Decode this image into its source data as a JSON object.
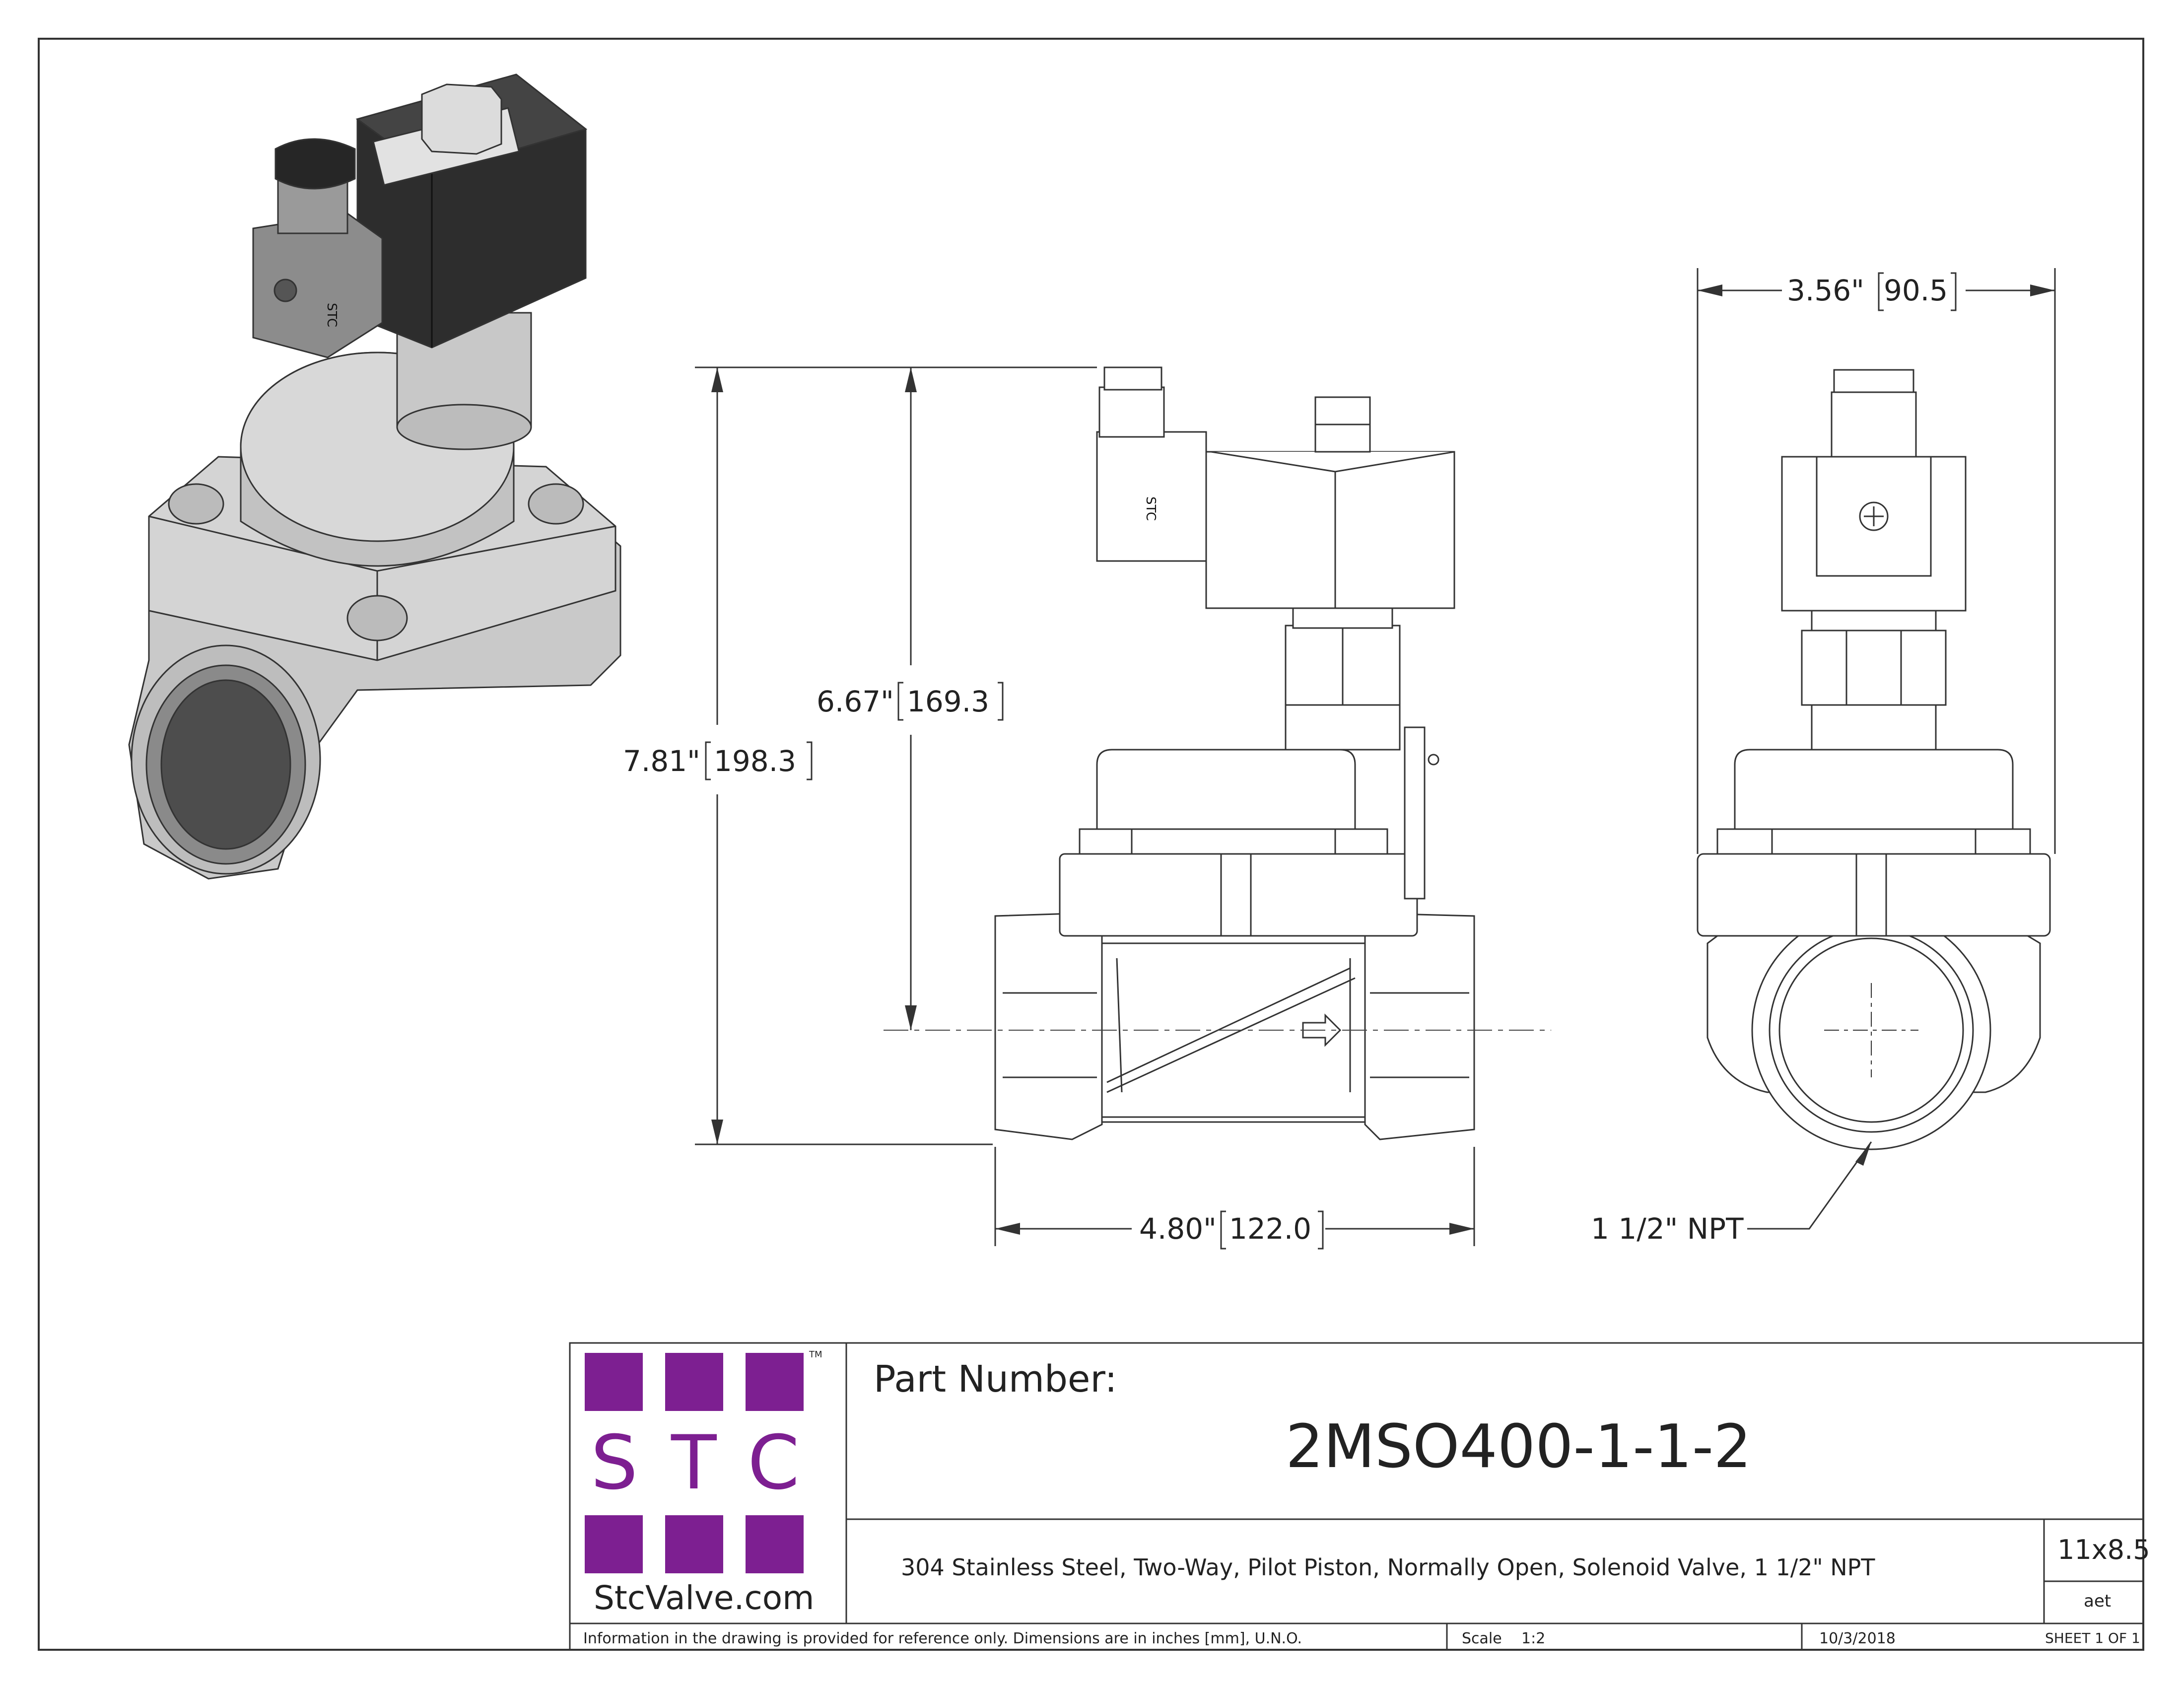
{
  "title_block": {
    "part_number_label": "Part Number:",
    "part_number": "2MSO400-1-1-2",
    "description": "304 Stainless Steel, Two-Way, Pilot Piston, Normally Open, Solenoid Valve, 1 1/2\" NPT",
    "sheet_size": "11x8.5",
    "drawn_by": "aet",
    "note": "Information in the drawing is provided for reference only. Dimensions are in inches [mm], U.N.O.",
    "scale_label": "Scale",
    "scale": "1:2",
    "date": "10/3/2018",
    "sheet": "SHEET 1 OF 1"
  },
  "logo": {
    "letters": [
      "S",
      "T",
      "C"
    ],
    "tm": "TM",
    "website": "StcValve.com",
    "brand_color": "#7d1f91"
  },
  "valve_body_label": {
    "stamp": "STC"
  },
  "dimensions": {
    "overall_height": {
      "inch": "7.81\"",
      "mm": "198.3"
    },
    "height_to_centerline": {
      "inch": "6.67\"",
      "mm": "169.3"
    },
    "length": {
      "inch": "4.80\"",
      "mm": "122.0"
    },
    "width": {
      "inch": "3.56\"",
      "mm": "90.5"
    },
    "port_callout": "1 1/2\" NPT"
  }
}
